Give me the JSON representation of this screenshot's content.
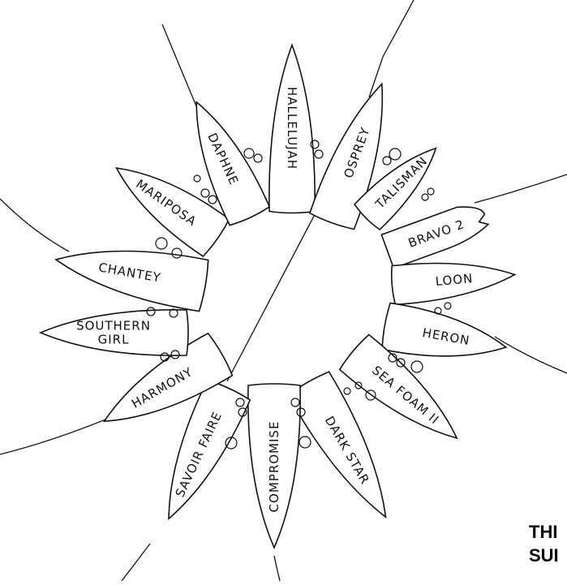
{
  "diagram": {
    "boats": [
      {
        "id": "halleluiah",
        "label": "HALLELUJAH"
      },
      {
        "id": "ospeey",
        "label": "OSPREY"
      },
      {
        "id": "talisman",
        "label": "TALISMAN"
      },
      {
        "id": "bravo2",
        "label": "BRAVO 2"
      },
      {
        "id": "loon",
        "label": "LOON"
      },
      {
        "id": "heron",
        "label": "HERON"
      },
      {
        "id": "seafoam",
        "label": "SEA FOAM II"
      },
      {
        "id": "darkstar",
        "label": "DARK STAR"
      },
      {
        "id": "compromise",
        "label": "COMPROMISE"
      },
      {
        "id": "savoirfaire",
        "label": "SAVOIR FAIRE"
      },
      {
        "id": "harmony",
        "label": "HARMONY"
      },
      {
        "id": "southerngirl",
        "label": "SOUTHERN GIRL",
        "lines": [
          "SOUTHERN",
          "GIRL"
        ]
      },
      {
        "id": "chantey",
        "label": "CHANTEY"
      },
      {
        "id": "mariposa",
        "label": "MARIPOSA"
      },
      {
        "id": "daphne",
        "label": "DAPHNE"
      }
    ],
    "caption_line1": "THI",
    "caption_line2": "SUI",
    "stroke_color": "#111111"
  }
}
